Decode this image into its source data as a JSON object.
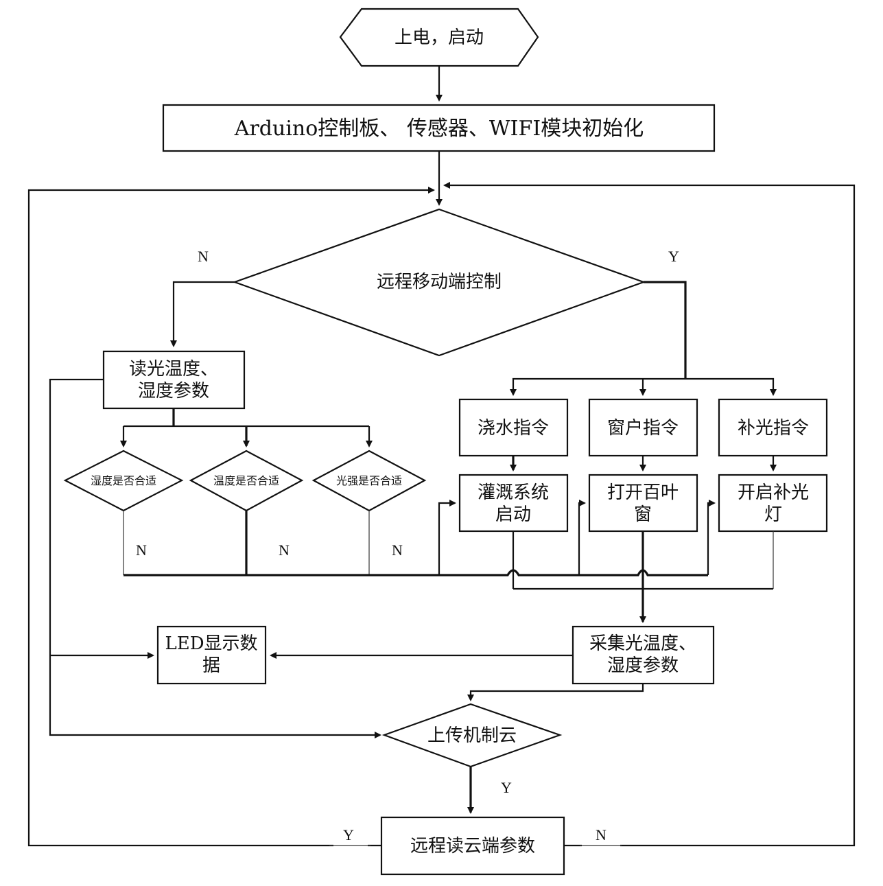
{
  "diagram": {
    "type": "flowchart",
    "nodes": {
      "start": "上电，启动",
      "init": "Arduino控制板、 传感器、WIFI模块初始化",
      "remote_control": "远程移动端控制",
      "read_params": [
        "读光温度、",
        "湿度参数"
      ],
      "humidity_check": "湿度是否合适",
      "temperature_check": "温度是否合适",
      "light_check": "光强是否合适",
      "water_cmd": "浇水指令",
      "window_cmd": "窗户指令",
      "light_cmd": "补光指令",
      "irrigation_start": [
        "灌溉系统",
        "启动"
      ],
      "open_blinds": [
        "打开百叶",
        "窗"
      ],
      "fill_light_on": [
        "开启补光",
        "灯"
      ],
      "collect_params": [
        "采集光温度、",
        "湿度参数"
      ],
      "led_display": [
        "LED显示数",
        "据"
      ],
      "upload_cloud": "上传机制云",
      "read_cloud": "远程读云端参数"
    },
    "labels": {
      "remote_no": "N",
      "remote_yes": "Y",
      "humidity_no": "N",
      "temperature_no": "N",
      "light_no": "N",
      "upload_yes": "Y",
      "read_cloud_yes": "Y",
      "read_cloud_no": "N"
    },
    "edges": [
      [
        "start",
        "init"
      ],
      [
        "init",
        "remote_control"
      ],
      [
        "remote_control",
        "read_params",
        "N"
      ],
      [
        "remote_control",
        "water_cmd",
        "Y"
      ],
      [
        "remote_control",
        "window_cmd",
        "Y"
      ],
      [
        "remote_control",
        "light_cmd",
        "Y"
      ],
      [
        "read_params",
        "humidity_check"
      ],
      [
        "read_params",
        "temperature_check"
      ],
      [
        "read_params",
        "light_check"
      ],
      [
        "humidity_check",
        "irrigation_start",
        "N"
      ],
      [
        "temperature_check",
        "open_blinds",
        "N"
      ],
      [
        "light_check",
        "fill_light_on",
        "N"
      ],
      [
        "water_cmd",
        "irrigation_start"
      ],
      [
        "window_cmd",
        "open_blinds"
      ],
      [
        "light_cmd",
        "fill_light_on"
      ],
      [
        "irrigation_start",
        "collect_params"
      ],
      [
        "open_blinds",
        "collect_params"
      ],
      [
        "fill_light_on",
        "collect_params"
      ],
      [
        "collect_params",
        "led_display"
      ],
      [
        "read_params",
        "led_display"
      ],
      [
        "read_params",
        "upload_cloud"
      ],
      [
        "collect_params",
        "upload_cloud"
      ],
      [
        "upload_cloud",
        "read_cloud",
        "Y"
      ],
      [
        "read_cloud",
        "remote_control",
        "Y"
      ],
      [
        "read_cloud",
        "remote_control",
        "N"
      ]
    ]
  }
}
